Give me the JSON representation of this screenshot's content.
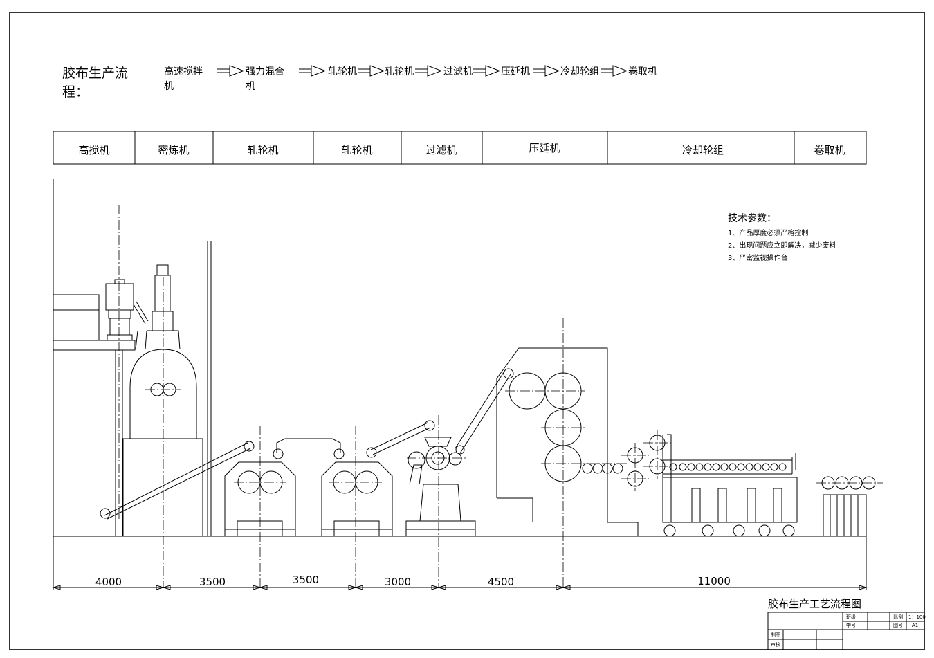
{
  "drawing": {
    "flow_title_line1": "胶布生产流",
    "flow_title_line2": "程：",
    "flow_steps": [
      {
        "line1": "高速搅拌",
        "line2": "机"
      },
      {
        "line1": "强力混合",
        "line2": "机"
      },
      {
        "line1": "轧轮机",
        "line2": ""
      },
      {
        "line1": "轧轮机",
        "line2": ""
      },
      {
        "line1": "过滤机",
        "line2": ""
      },
      {
        "line1": "压延机",
        "line2": ""
      },
      {
        "line1": "冷却轮组",
        "line2": ""
      },
      {
        "line1": "卷取机",
        "line2": ""
      }
    ],
    "header_cells": [
      "高搅机",
      "密炼机",
      "轧轮机",
      "轧轮机",
      "过滤机",
      "压延机",
      "冷却轮组",
      "卷取机"
    ],
    "tech_params": {
      "title": "技术参数：",
      "items": [
        "1、产品厚度必须严格控制",
        "2、出现问题应立即解决，减少废料",
        "3、严密监视操作台"
      ]
    },
    "dimensions": [
      "4000",
      "3500",
      "3500",
      "3000",
      "4500",
      "11000"
    ],
    "title_block": {
      "drawing_title": "胶布生产工艺流程图",
      "class_label": "班级",
      "student_id_label": "学号",
      "scale_label": "比例",
      "scale_value": "1：100",
      "sheet_no_label": "图号",
      "sheet_no_value": "A1",
      "drawn_by_label": "制图",
      "checked_by_label": "审核"
    }
  }
}
